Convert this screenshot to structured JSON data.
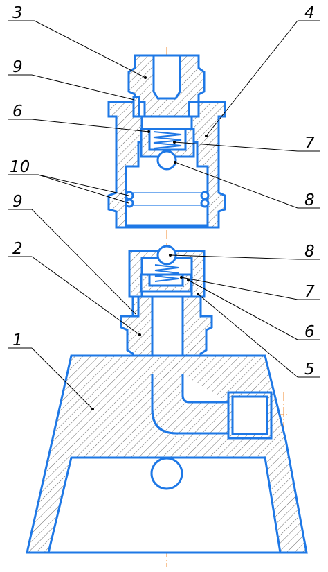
{
  "labels": {
    "l1": "1",
    "l2": "2",
    "l3": "3",
    "l4": "4",
    "l5": "5",
    "l6_top": "6",
    "l6_bottom": "6",
    "l7_top": "7",
    "l7_bottom": "7",
    "l8_top": "8",
    "l8_bottom": "8",
    "l9_top": "9",
    "l9_bottom": "9",
    "l10": "10"
  },
  "colors": {
    "outline": "#1e78e6",
    "centerline": "#f28a2e",
    "hatch": "#6a6a6a",
    "text": "#000000"
  }
}
